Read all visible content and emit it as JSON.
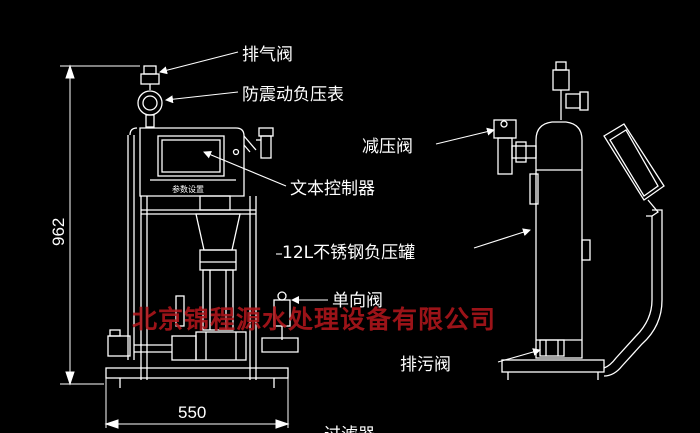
{
  "labels": {
    "exhaust_valve": "排气阀",
    "gauge": "防震动负压表",
    "controller": "文本控制器",
    "tank": "12L不锈钢负压罐",
    "check_valve": "单向阀",
    "pressure_reducing_valve": "减压阀",
    "drain_valve": "排污阀",
    "filter_partial": "过滤器"
  },
  "dimensions": {
    "height": "962",
    "width": "550"
  },
  "panel_text": "参数设置",
  "watermark": "北京锦程源水处理设备有限公司",
  "colors": {
    "background": "#000000",
    "line": "#ffffff",
    "watermark": "#b0161b"
  }
}
